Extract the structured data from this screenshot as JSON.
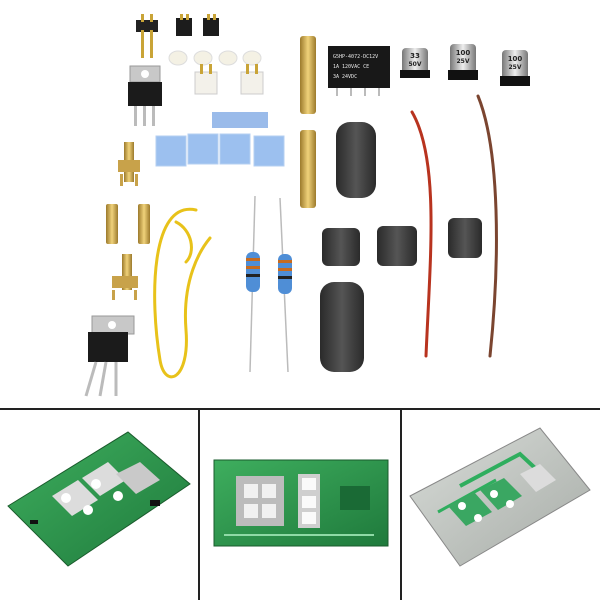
{
  "relay": {
    "line1": "G5HP-4072-DC12V",
    "line2": "1A 120VAC CE",
    "line3": "3A 24VDC"
  },
  "capacitors": [
    {
      "value": "33",
      "voltage": "50V"
    },
    {
      "value": "100",
      "voltage": "25V"
    },
    {
      "value": "100",
      "voltage": "25V"
    }
  ],
  "colors": {
    "background": "#ffffff",
    "pcb_green": "#2f9a4f",
    "ferrite": "#3a3a3a",
    "brass": "#c8a24a",
    "wire_yellow": "#e8c21a",
    "wire_red": "#b8331f"
  }
}
